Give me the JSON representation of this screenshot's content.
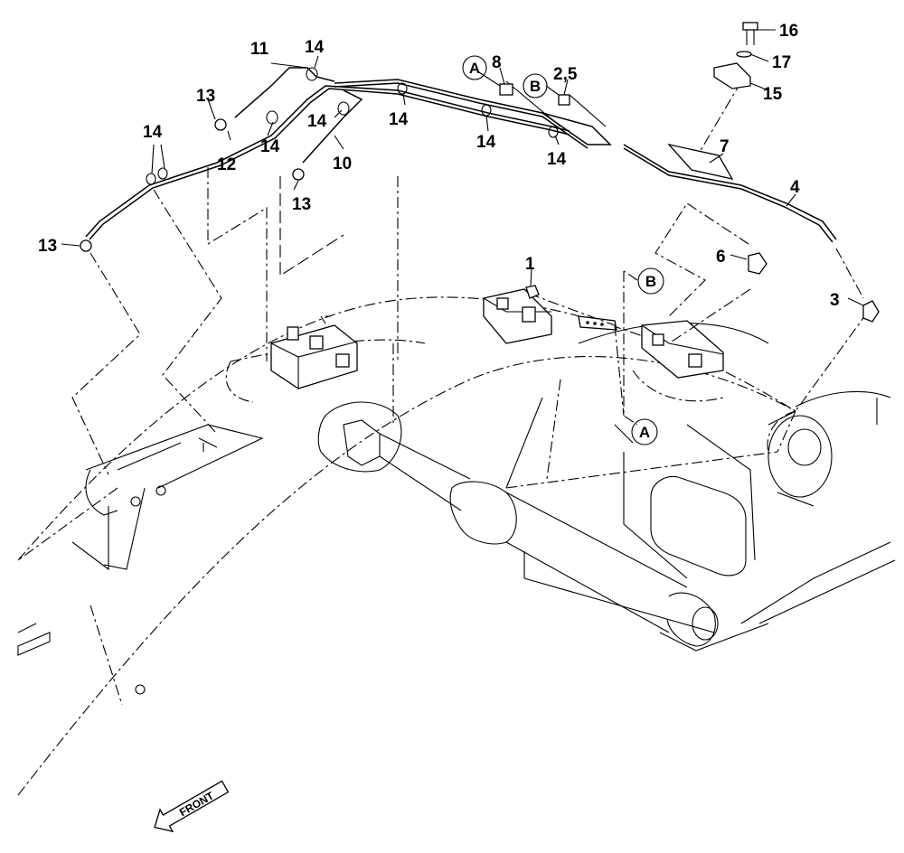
{
  "diagram": {
    "front_label": "FRONT",
    "callouts": [
      {
        "id": "c16",
        "text": "16"
      },
      {
        "id": "c17",
        "text": "17"
      },
      {
        "id": "c15",
        "text": "15"
      },
      {
        "id": "c11",
        "text": "11"
      },
      {
        "id": "c14a",
        "text": "14"
      },
      {
        "id": "c14b",
        "text": "14"
      },
      {
        "id": "c14c",
        "text": "14"
      },
      {
        "id": "c14d",
        "text": "14"
      },
      {
        "id": "c14e",
        "text": "14"
      },
      {
        "id": "c14f",
        "text": "14"
      },
      {
        "id": "c14g",
        "text": "14"
      },
      {
        "id": "c8",
        "text": "8"
      },
      {
        "id": "c25",
        "text": "2,5"
      },
      {
        "id": "c13a",
        "text": "13"
      },
      {
        "id": "c13b",
        "text": "13"
      },
      {
        "id": "c13c",
        "text": "13"
      },
      {
        "id": "c12",
        "text": "12"
      },
      {
        "id": "c10",
        "text": "10"
      },
      {
        "id": "c7",
        "text": "7"
      },
      {
        "id": "c4",
        "text": "4"
      },
      {
        "id": "c6",
        "text": "6"
      },
      {
        "id": "c3",
        "text": "3"
      },
      {
        "id": "c1",
        "text": "1"
      }
    ],
    "circled_refs": [
      {
        "id": "refA1",
        "text": "A"
      },
      {
        "id": "refB1",
        "text": "B"
      },
      {
        "id": "refB2",
        "text": "B"
      },
      {
        "id": "refA2",
        "text": "A"
      }
    ]
  }
}
